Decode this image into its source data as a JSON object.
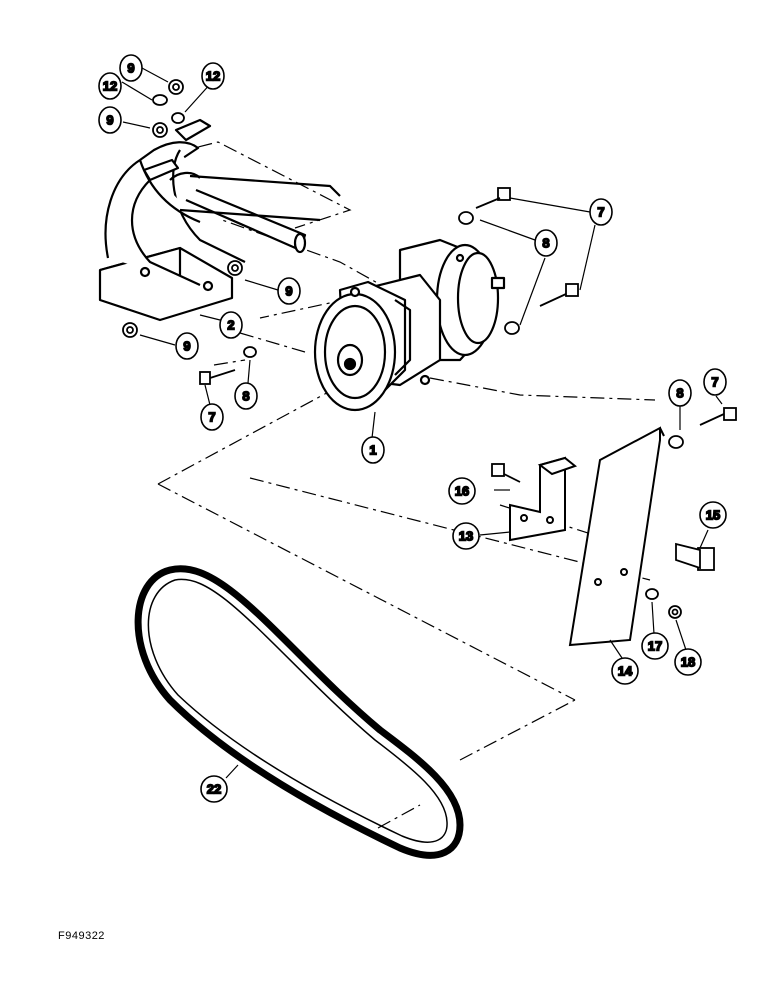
{
  "diagram": {
    "figure_code": "F949322",
    "callouts": {
      "c9a": "9",
      "c12a": "12",
      "c12b": "12",
      "c9b": "9",
      "c9c": "9",
      "c2": "2",
      "c9d": "9",
      "c7a": "7",
      "c8a": "8",
      "c7b": "7",
      "c8b": "8",
      "c1": "1",
      "c8c": "8",
      "c7c": "7",
      "c16": "16",
      "c13": "13",
      "c15": "15",
      "c14": "14",
      "c17": "17",
      "c18": "18",
      "c22": "22"
    }
  }
}
